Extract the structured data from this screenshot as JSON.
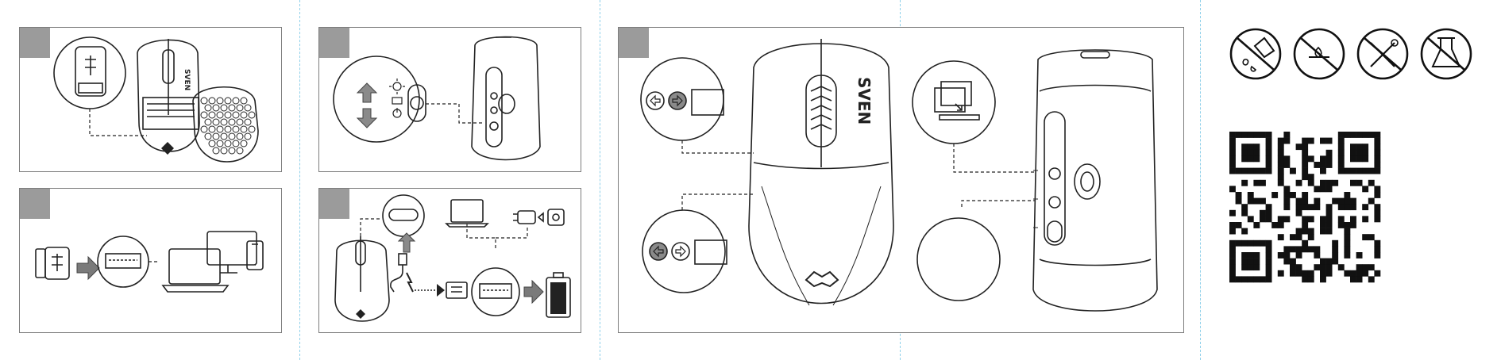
{
  "brand": {
    "name": "SVEN"
  },
  "steps": [
    {
      "id": 1,
      "name": "receiver-storage"
    },
    {
      "id": 2,
      "name": "receiver-connect"
    },
    {
      "id": 3,
      "name": "mode-switch"
    },
    {
      "id": 4,
      "name": "charging"
    },
    {
      "id": 5,
      "name": "buttons-and-dpi"
    }
  ],
  "warning_icons": [
    "no-water-icon",
    "no-fire-icon",
    "no-disassembly-icon",
    "no-chemicals-icon"
  ],
  "colors": {
    "fold_line": "#8fd0ea",
    "panel_border": "#7d7d7d",
    "step_marker": "#9b9b9b",
    "line_art": "#222222"
  }
}
